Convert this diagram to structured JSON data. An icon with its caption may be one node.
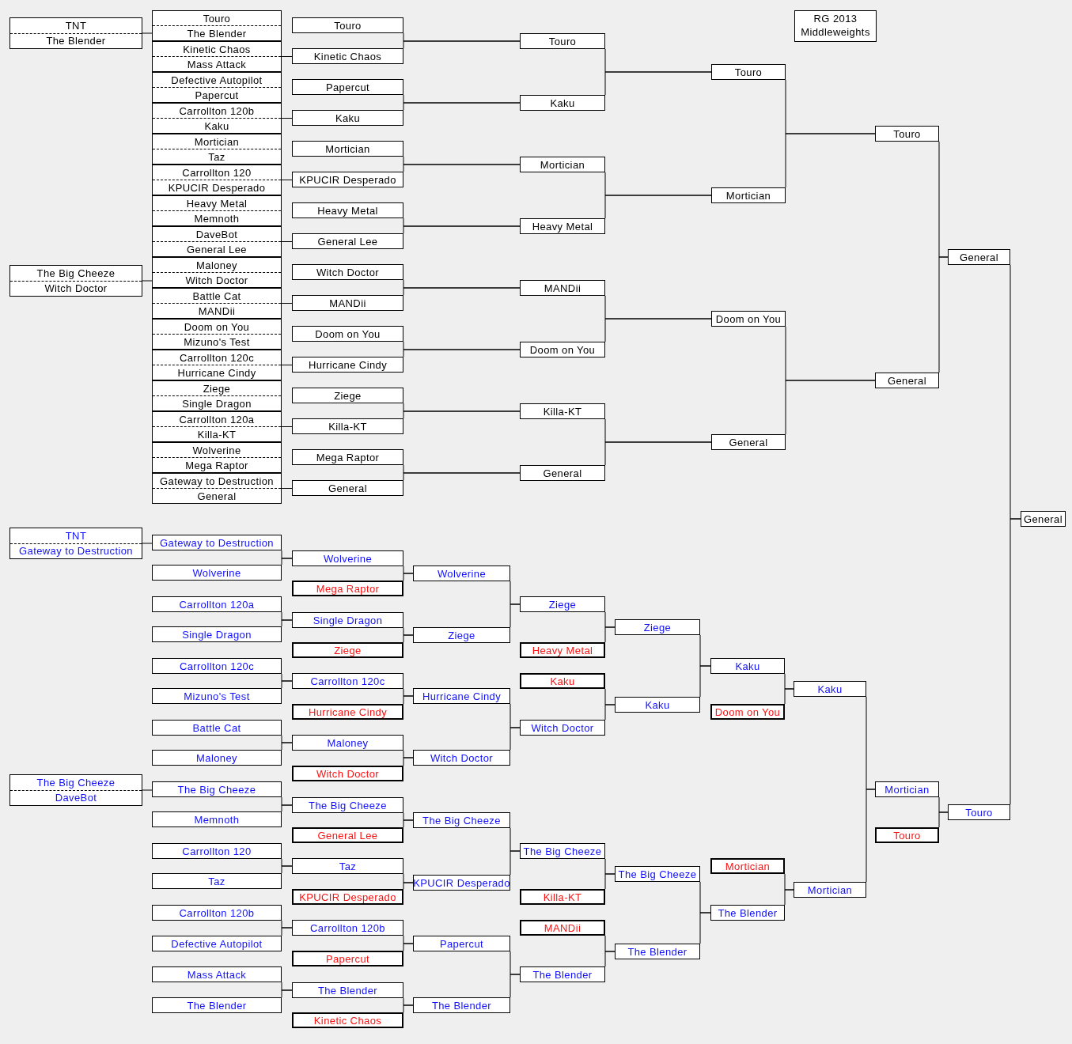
{
  "diagram": {
    "title": "RG 2013 Middleweights",
    "nodes": [
      {
        "text": [
          "TNT",
          "The Blender"
        ]
      },
      {
        "text": [
          "The Big Cheeze",
          "Witch Doctor"
        ]
      },
      {
        "text": [
          "Touro",
          "The Blender"
        ]
      },
      {
        "text": [
          "Kinetic Chaos",
          "Mass Attack"
        ]
      },
      {
        "text": [
          "Defective Autopilot",
          "Papercut"
        ]
      },
      {
        "text": [
          "Carrollton 120b",
          "Kaku"
        ]
      },
      {
        "text": [
          "Mortician",
          "Taz"
        ]
      },
      {
        "text": [
          "Carrollton 120",
          "KPUCIR Desperado"
        ]
      },
      {
        "text": [
          "Heavy Metal",
          "Memnoth"
        ]
      },
      {
        "text": [
          "DaveBot",
          "General Lee"
        ]
      },
      {
        "text": [
          "Maloney",
          "Witch Doctor"
        ]
      },
      {
        "text": [
          "Battle Cat",
          "MANDii"
        ]
      },
      {
        "text": [
          "Doom on You",
          "Mizuno's Test"
        ]
      },
      {
        "text": [
          "Carrollton 120c",
          "Hurricane Cindy"
        ]
      },
      {
        "text": [
          "Ziege",
          "Single Dragon"
        ]
      },
      {
        "text": [
          "Carrollton 120a",
          "Killa-KT"
        ]
      },
      {
        "text": [
          "Wolverine",
          "Mega Raptor"
        ]
      },
      {
        "text": [
          "Gateway to Destruction",
          "General"
        ]
      },
      {
        "text": [
          "Touro"
        ]
      },
      {
        "text": [
          "Kinetic Chaos"
        ]
      },
      {
        "text": [
          "Papercut"
        ]
      },
      {
        "text": [
          "Kaku"
        ]
      },
      {
        "text": [
          "Mortician"
        ]
      },
      {
        "text": [
          "KPUCIR Desperado"
        ]
      },
      {
        "text": [
          "Heavy Metal"
        ]
      },
      {
        "text": [
          "General Lee"
        ]
      },
      {
        "text": [
          "Witch Doctor"
        ]
      },
      {
        "text": [
          "MANDii"
        ]
      },
      {
        "text": [
          "Doom on You"
        ]
      },
      {
        "text": [
          "Hurricane Cindy"
        ]
      },
      {
        "text": [
          "Ziege"
        ]
      },
      {
        "text": [
          "Killa-KT"
        ]
      },
      {
        "text": [
          "Mega Raptor"
        ]
      },
      {
        "text": [
          "General"
        ]
      },
      {
        "text": [
          "Touro"
        ]
      },
      {
        "text": [
          "Kaku"
        ]
      },
      {
        "text": [
          "Mortician"
        ]
      },
      {
        "text": [
          "Heavy Metal"
        ]
      },
      {
        "text": [
          "MANDii"
        ]
      },
      {
        "text": [
          "Doom on You"
        ]
      },
      {
        "text": [
          "Killa-KT"
        ]
      },
      {
        "text": [
          "General"
        ]
      },
      {
        "text": [
          "Touro"
        ]
      },
      {
        "text": [
          "Mortician"
        ]
      },
      {
        "text": [
          "Doom on You"
        ]
      },
      {
        "text": [
          "General"
        ]
      },
      {
        "text": [
          "Touro"
        ]
      },
      {
        "text": [
          "General"
        ]
      },
      {
        "text": [
          "General"
        ]
      },
      {
        "text": [
          "General"
        ]
      },
      {
        "text": [
          "TNT",
          "Gateway to Destruction"
        ]
      },
      {
        "text": [
          "The Big Cheeze",
          "DaveBot"
        ]
      },
      {
        "text": [
          "Gateway to Destruction"
        ]
      },
      {
        "text": [
          "Wolverine"
        ]
      },
      {
        "text": [
          "Carrollton 120a"
        ]
      },
      {
        "text": [
          "Single Dragon"
        ]
      },
      {
        "text": [
          "Carrollton 120c"
        ]
      },
      {
        "text": [
          "Mizuno's Test"
        ]
      },
      {
        "text": [
          "Battle Cat"
        ]
      },
      {
        "text": [
          "Maloney"
        ]
      },
      {
        "text": [
          "The Big Cheeze"
        ]
      },
      {
        "text": [
          "Memnoth"
        ]
      },
      {
        "text": [
          "Carrollton 120"
        ]
      },
      {
        "text": [
          "Taz"
        ]
      },
      {
        "text": [
          "Carrollton 120b"
        ]
      },
      {
        "text": [
          "Defective Autopilot"
        ]
      },
      {
        "text": [
          "Mass Attack"
        ]
      },
      {
        "text": [
          "The Blender"
        ]
      },
      {
        "text": [
          "Wolverine"
        ]
      },
      {
        "text": [
          "Mega Raptor"
        ]
      },
      {
        "text": [
          "Single Dragon"
        ]
      },
      {
        "text": [
          "Ziege"
        ]
      },
      {
        "text": [
          "Carrollton 120c"
        ]
      },
      {
        "text": [
          "Hurricane Cindy"
        ]
      },
      {
        "text": [
          "Maloney"
        ]
      },
      {
        "text": [
          "Witch Doctor"
        ]
      },
      {
        "text": [
          "The Big Cheeze"
        ]
      },
      {
        "text": [
          "General Lee"
        ]
      },
      {
        "text": [
          "Taz"
        ]
      },
      {
        "text": [
          "KPUCIR Desperado"
        ]
      },
      {
        "text": [
          "Carrollton 120b"
        ]
      },
      {
        "text": [
          "Papercut"
        ]
      },
      {
        "text": [
          "The Blender"
        ]
      },
      {
        "text": [
          "Kinetic Chaos"
        ]
      },
      {
        "text": [
          "Wolverine"
        ]
      },
      {
        "text": [
          "Ziege"
        ]
      },
      {
        "text": [
          "Hurricane Cindy"
        ]
      },
      {
        "text": [
          "Witch Doctor"
        ]
      },
      {
        "text": [
          "The Big Cheeze"
        ]
      },
      {
        "text": [
          "KPUCIR Desperado"
        ]
      },
      {
        "text": [
          "Papercut"
        ]
      },
      {
        "text": [
          "The Blender"
        ]
      },
      {
        "text": [
          "Ziege"
        ]
      },
      {
        "text": [
          "Heavy Metal"
        ]
      },
      {
        "text": [
          "Kaku"
        ]
      },
      {
        "text": [
          "Witch Doctor"
        ]
      },
      {
        "text": [
          "The Big Cheeze"
        ]
      },
      {
        "text": [
          "Killa-KT"
        ]
      },
      {
        "text": [
          "MANDii"
        ]
      },
      {
        "text": [
          "The Blender"
        ]
      },
      {
        "text": [
          "Ziege"
        ]
      },
      {
        "text": [
          "Kaku"
        ]
      },
      {
        "text": [
          "The Big Cheeze"
        ]
      },
      {
        "text": [
          "The Blender"
        ]
      },
      {
        "text": [
          "Kaku"
        ]
      },
      {
        "text": [
          "Doom on You"
        ]
      },
      {
        "text": [
          "Mortician"
        ]
      },
      {
        "text": [
          "The Blender"
        ]
      },
      {
        "text": [
          "Kaku"
        ]
      },
      {
        "text": [
          "Mortician"
        ]
      },
      {
        "text": [
          "Mortician"
        ]
      },
      {
        "text": [
          "Touro"
        ]
      },
      {
        "text": [
          "Touro"
        ]
      }
    ],
    "edges": [
      {
        "from": 0,
        "to": 2,
        "arrow": "none"
      },
      {
        "from": 1,
        "to": 10,
        "arrow": "none"
      },
      {
        "from": 3,
        "to": 19,
        "arrow": "none"
      },
      {
        "from": 5,
        "to": 21,
        "arrow": "none"
      },
      {
        "from": 7,
        "to": 23,
        "arrow": "none"
      },
      {
        "from": 9,
        "to": 25,
        "arrow": "none"
      },
      {
        "from": 11,
        "to": 27,
        "arrow": "none"
      },
      {
        "from": 13,
        "to": 29,
        "arrow": "none"
      },
      {
        "from": 15,
        "to": 31,
        "arrow": "none"
      },
      {
        "from": 17,
        "to": 33,
        "arrow": "none"
      },
      {
        "from": 18,
        "to": 34,
        "arrow": "none"
      },
      {
        "from": 19,
        "to": 34,
        "arrow": "none"
      },
      {
        "from": 20,
        "to": 35,
        "arrow": "none"
      },
      {
        "from": 21,
        "to": 35,
        "arrow": "none"
      },
      {
        "from": 22,
        "to": 36,
        "arrow": "none"
      },
      {
        "from": 23,
        "to": 36,
        "arrow": "none"
      },
      {
        "from": 24,
        "to": 37,
        "arrow": "none"
      },
      {
        "from": 25,
        "to": 37,
        "arrow": "none"
      },
      {
        "from": 26,
        "to": 38,
        "arrow": "none"
      },
      {
        "from": 27,
        "to": 38,
        "arrow": "none"
      },
      {
        "from": 28,
        "to": 39,
        "arrow": "none"
      },
      {
        "from": 29,
        "to": 39,
        "arrow": "none"
      },
      {
        "from": 30,
        "to": 40,
        "arrow": "none"
      },
      {
        "from": 31,
        "to": 40,
        "arrow": "none"
      },
      {
        "from": 32,
        "to": 41,
        "arrow": "none"
      },
      {
        "from": 33,
        "to": 41,
        "arrow": "none"
      },
      {
        "from": 34,
        "to": 42,
        "arrow": "none"
      },
      {
        "from": 35,
        "to": 42,
        "arrow": "none"
      },
      {
        "from": 36,
        "to": 43,
        "arrow": "none"
      },
      {
        "from": 37,
        "to": 43,
        "arrow": "none"
      },
      {
        "from": 38,
        "to": 44,
        "arrow": "none"
      },
      {
        "from": 39,
        "to": 44,
        "arrow": "none"
      },
      {
        "from": 40,
        "to": 45,
        "arrow": "none"
      },
      {
        "from": 41,
        "to": 45,
        "arrow": "none"
      },
      {
        "from": 42,
        "to": 46,
        "arrow": "none"
      },
      {
        "from": 43,
        "to": 46,
        "arrow": "none"
      },
      {
        "from": 44,
        "to": 47,
        "arrow": "none"
      },
      {
        "from": 45,
        "to": 47,
        "arrow": "none"
      },
      {
        "from": 46,
        "to": 48,
        "arrow": "none"
      },
      {
        "from": 47,
        "to": 48,
        "arrow": "none"
      },
      {
        "from": 48,
        "to": 49,
        "arrow": "none"
      },
      {
        "from": 112,
        "to": 49,
        "arrow": "none"
      },
      {
        "from": 50,
        "to": 52,
        "arrow": "none"
      },
      {
        "from": 51,
        "to": 60,
        "arrow": "none"
      },
      {
        "from": 52,
        "to": 68,
        "arrow": "none"
      },
      {
        "from": 53,
        "to": 68,
        "arrow": "none"
      },
      {
        "from": 54,
        "to": 70,
        "arrow": "none"
      },
      {
        "from": 55,
        "to": 70,
        "arrow": "none"
      },
      {
        "from": 56,
        "to": 72,
        "arrow": "none"
      },
      {
        "from": 57,
        "to": 72,
        "arrow": "none"
      },
      {
        "from": 58,
        "to": 74,
        "arrow": "none"
      },
      {
        "from": 59,
        "to": 74,
        "arrow": "none"
      },
      {
        "from": 60,
        "to": 76,
        "arrow": "none"
      },
      {
        "from": 61,
        "to": 76,
        "arrow": "none"
      },
      {
        "from": 62,
        "to": 78,
        "arrow": "none"
      },
      {
        "from": 63,
        "to": 78,
        "arrow": "none"
      },
      {
        "from": 64,
        "to": 80,
        "arrow": "none"
      },
      {
        "from": 65,
        "to": 80,
        "arrow": "none"
      },
      {
        "from": 66,
        "to": 82,
        "arrow": "none"
      },
      {
        "from": 67,
        "to": 82,
        "arrow": "none"
      },
      {
        "from": 68,
        "to": 84,
        "arrow": "none"
      },
      {
        "from": 69,
        "to": 84,
        "arrow": "none"
      },
      {
        "from": 70,
        "to": 85,
        "arrow": "none"
      },
      {
        "from": 71,
        "to": 85,
        "arrow": "none"
      },
      {
        "from": 72,
        "to": 86,
        "arrow": "none"
      },
      {
        "from": 73,
        "to": 86,
        "arrow": "none"
      },
      {
        "from": 74,
        "to": 87,
        "arrow": "none"
      },
      {
        "from": 75,
        "to": 87,
        "arrow": "none"
      },
      {
        "from": 76,
        "to": 88,
        "arrow": "none"
      },
      {
        "from": 77,
        "to": 88,
        "arrow": "none"
      },
      {
        "from": 78,
        "to": 89,
        "arrow": "none"
      },
      {
        "from": 79,
        "to": 89,
        "arrow": "none"
      },
      {
        "from": 80,
        "to": 90,
        "arrow": "none"
      },
      {
        "from": 81,
        "to": 90,
        "arrow": "none"
      },
      {
        "from": 82,
        "to": 91,
        "arrow": "none"
      },
      {
        "from": 83,
        "to": 91,
        "arrow": "none"
      },
      {
        "from": 84,
        "to": 92,
        "arrow": "none"
      },
      {
        "from": 85,
        "to": 92,
        "arrow": "none"
      },
      {
        "from": 86,
        "to": 95,
        "arrow": "none"
      },
      {
        "from": 87,
        "to": 95,
        "arrow": "none"
      },
      {
        "from": 88,
        "to": 96,
        "arrow": "none"
      },
      {
        "from": 89,
        "to": 96,
        "arrow": "none"
      },
      {
        "from": 90,
        "to": 99,
        "arrow": "none"
      },
      {
        "from": 91,
        "to": 99,
        "arrow": "none"
      },
      {
        "from": 92,
        "to": 100,
        "arrow": "none"
      },
      {
        "from": 93,
        "to": 100,
        "arrow": "none"
      },
      {
        "from": 94,
        "to": 101,
        "arrow": "none"
      },
      {
        "from": 95,
        "to": 101,
        "arrow": "none"
      },
      {
        "from": 96,
        "to": 102,
        "arrow": "none"
      },
      {
        "from": 97,
        "to": 102,
        "arrow": "none"
      },
      {
        "from": 98,
        "to": 103,
        "arrow": "none"
      },
      {
        "from": 99,
        "to": 103,
        "arrow": "none"
      },
      {
        "from": 100,
        "to": 104,
        "arrow": "none"
      },
      {
        "from": 101,
        "to": 104,
        "arrow": "none"
      },
      {
        "from": 102,
        "to": 107,
        "arrow": "none"
      },
      {
        "from": 103,
        "to": 107,
        "arrow": "none"
      },
      {
        "from": 104,
        "to": 108,
        "arrow": "none"
      },
      {
        "from": 105,
        "to": 108,
        "arrow": "none"
      },
      {
        "from": 106,
        "to": 109,
        "arrow": "none"
      },
      {
        "from": 107,
        "to": 109,
        "arrow": "none"
      },
      {
        "from": 108,
        "to": 110,
        "arrow": "none"
      },
      {
        "from": 109,
        "to": 110,
        "arrow": "none"
      },
      {
        "from": 110,
        "to": 112,
        "arrow": "none"
      },
      {
        "from": 111,
        "to": 112,
        "arrow": "none"
      }
    ]
  }
}
